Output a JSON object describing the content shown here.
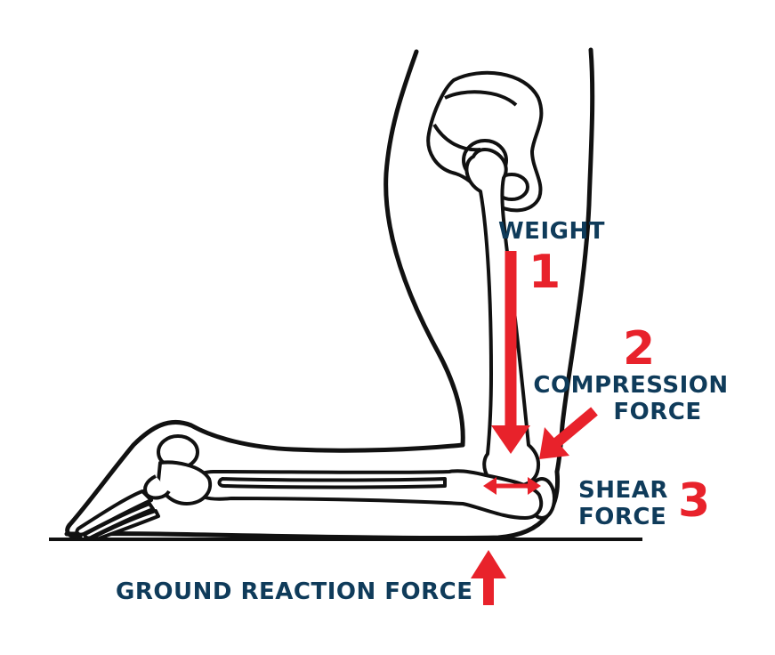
{
  "labels": {
    "weight": "WEIGHT",
    "num_1": "1",
    "num_2": "2",
    "compression_line1": "COMPRESSION",
    "compression_line2": "FORCE",
    "shear_line1": "SHEAR",
    "shear_line2": "FORCE",
    "num_3": "3",
    "ground_reaction": "GROUND REACTION FORCE"
  },
  "colors": {
    "arrow": "#e8222b",
    "label_text": "#0f3b5a",
    "line_art": "#111111"
  }
}
